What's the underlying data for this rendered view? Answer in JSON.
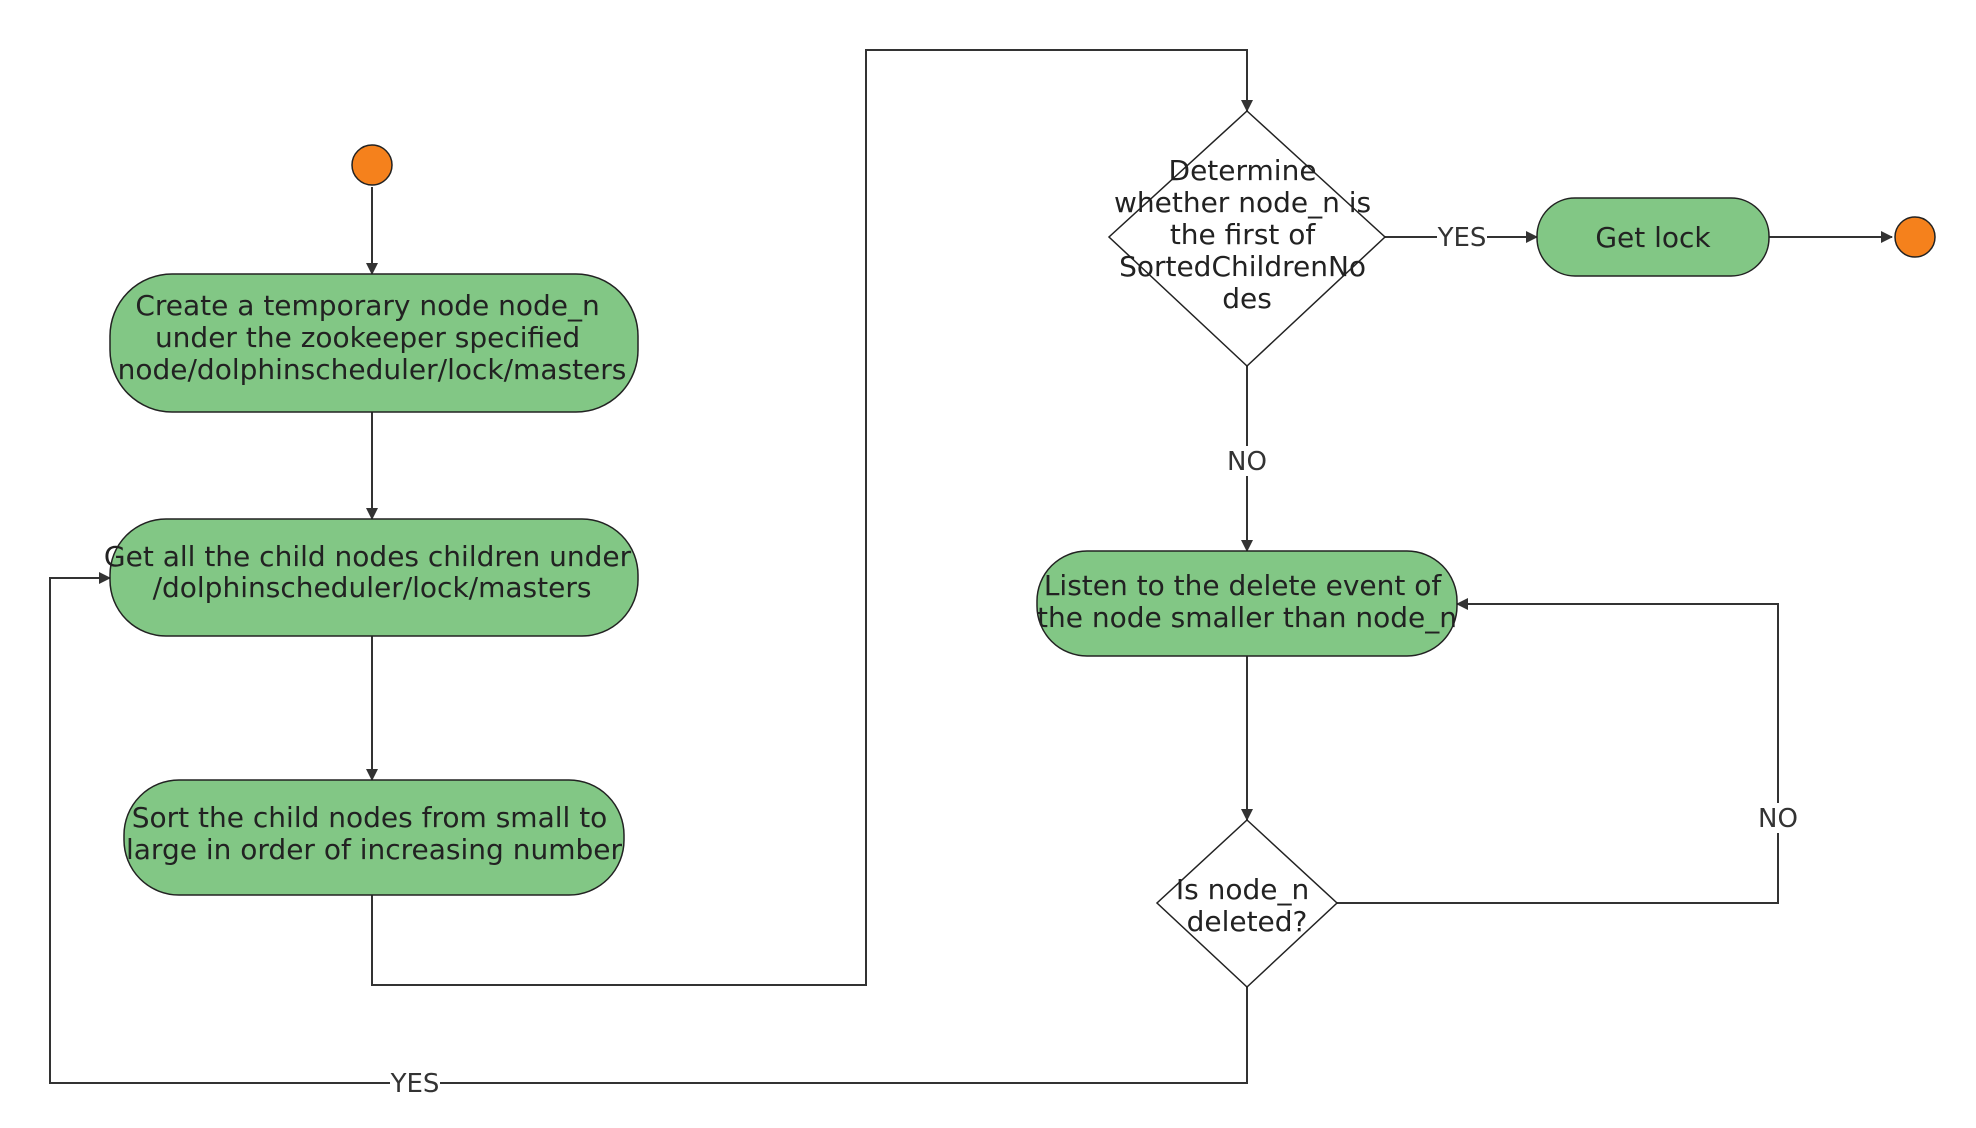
{
  "colors": {
    "process_fill": "#82c785",
    "process_stroke": "#222222",
    "terminal_fill": "#f5811c",
    "decision_fill": "#ffffff",
    "line": "#333333",
    "background": "#ffffff"
  },
  "nodes": {
    "create_temp_node": [
      "Create a temporary node node_n",
      "under the zookeeper specified",
      "node/dolphinscheduler/lock/masters"
    ],
    "get_children": [
      "Get all the child nodes children under",
      "/dolphinscheduler/lock/masters"
    ],
    "sort_children": [
      "Sort the child nodes from small to",
      "large in order of increasing number"
    ],
    "determine_first": [
      "Determine",
      "whether node_n is",
      "the first of",
      "SortedChildrenNo",
      "des"
    ],
    "get_lock": [
      "Get lock"
    ],
    "listen_delete": [
      "Listen to the delete event of",
      "the node smaller than node_n"
    ],
    "is_deleted": [
      "Is node_n",
      "deleted?"
    ]
  },
  "edge_labels": {
    "determine_yes": "YES",
    "determine_no": "NO",
    "deleted_no": "NO",
    "deleted_yes": "YES"
  }
}
